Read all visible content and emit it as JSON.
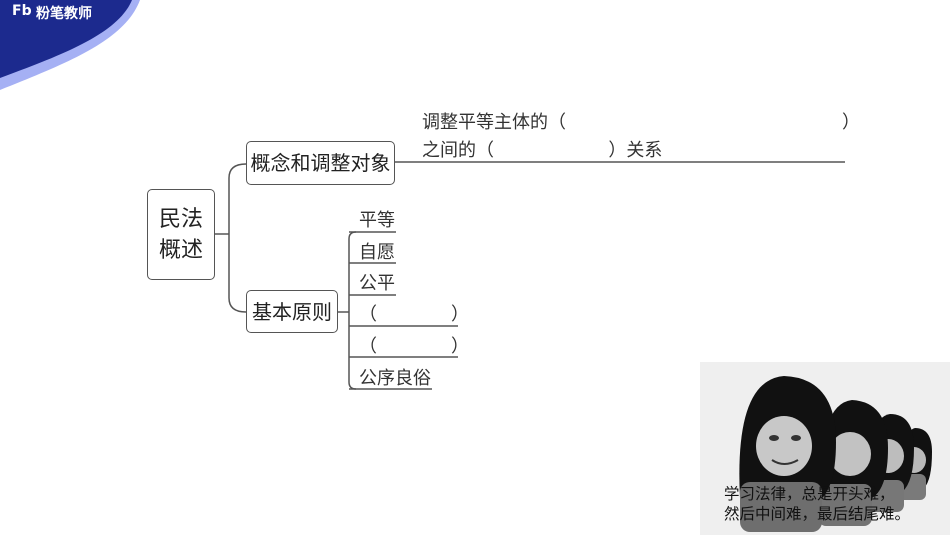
{
  "brand": {
    "logo": "Fb",
    "name": "粉笔教师"
  },
  "diagram": {
    "root": {
      "line1": "民法",
      "line2": "概述"
    },
    "branch1": {
      "label": "概念和调整对象",
      "def_line1": "调整平等主体的（",
      "def_line1_close": "）",
      "def_line2": "之间的（                    ）关系"
    },
    "branch2": {
      "label": "基本原则",
      "leaves": [
        "平等",
        "自愿",
        "公平",
        "（",
        "（",
        "公序良俗"
      ],
      "leaf_close": "）"
    }
  },
  "meme": {
    "caption_line1": "学习法律，总是开头难，",
    "caption_line2": "然后中间难，最后结尾难。"
  },
  "colors": {
    "brand_dark": "#1a2a8c",
    "brand_light": "#5a6fe0",
    "line": "#555555"
  }
}
